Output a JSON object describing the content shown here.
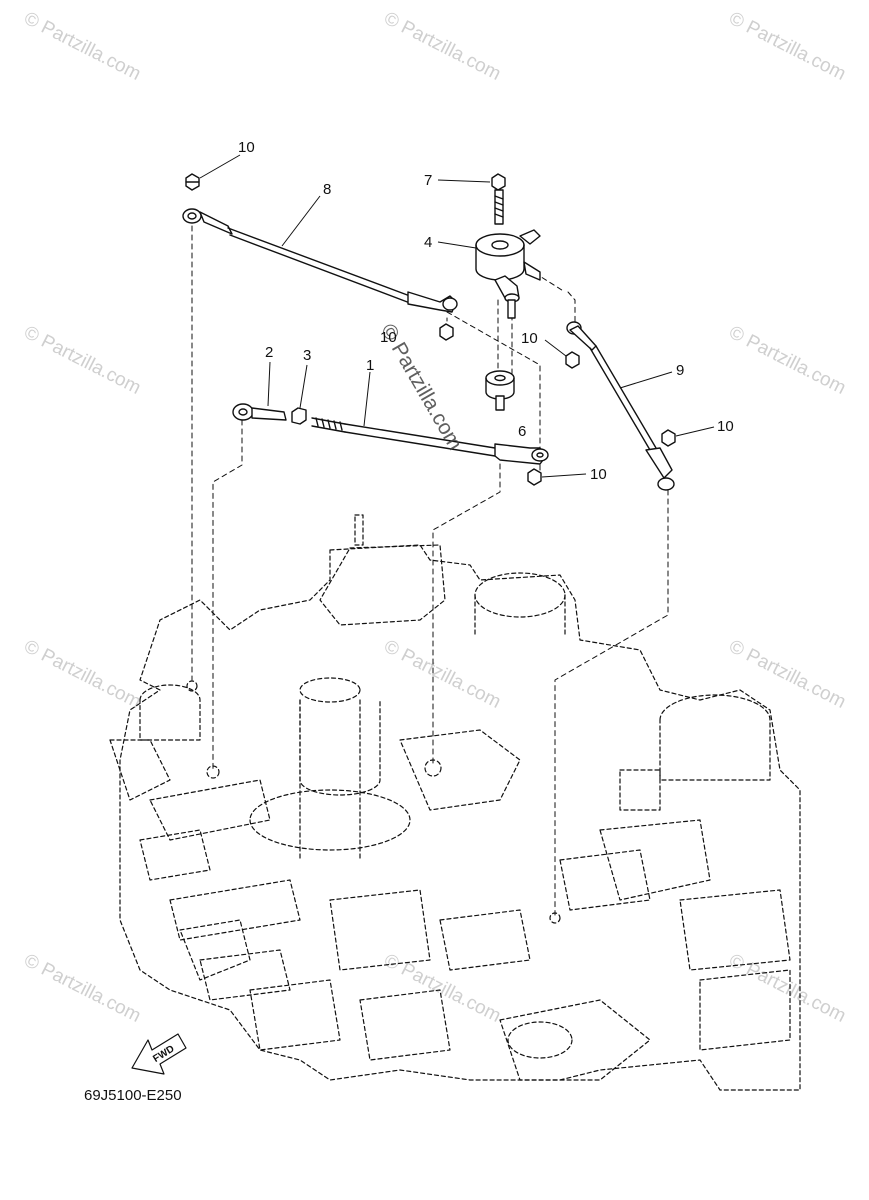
{
  "watermark": "© Partzilla.com",
  "center_watermark": "© Partzilla.com",
  "diagram_code": "69J5100-E250",
  "fwd_label": "FWD",
  "callouts": {
    "c1": "1",
    "c2": "2",
    "c3": "3",
    "c4": "4",
    "c6": "6",
    "c7": "7",
    "c8": "8",
    "c9": "9",
    "c10a": "10",
    "c10b": "10",
    "c10c": "10",
    "c10d": "10",
    "c10e": "10"
  }
}
